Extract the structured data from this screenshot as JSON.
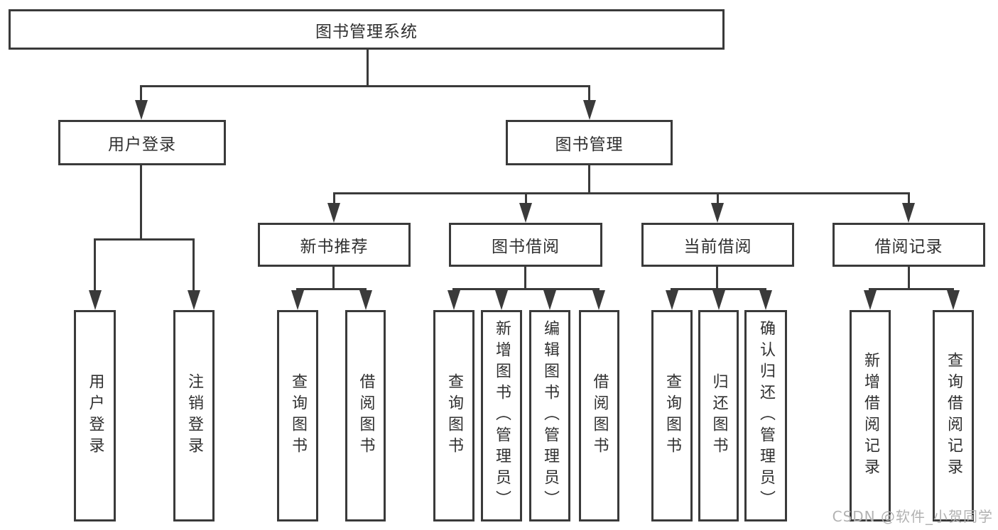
{
  "diagram": {
    "type": "hierarchy-tree",
    "root": {
      "label": "图书管理系统"
    },
    "level1": [
      {
        "label": "用户登录"
      },
      {
        "label": "图书管理"
      }
    ],
    "level2": [
      {
        "label": "新书推荐",
        "parent": "图书管理"
      },
      {
        "label": "图书借阅",
        "parent": "图书管理"
      },
      {
        "label": "当前借阅",
        "parent": "图书管理"
      },
      {
        "label": "借阅记录",
        "parent": "图书管理"
      }
    ],
    "leaf_groups": [
      {
        "parent": "用户登录",
        "items": [
          {
            "label": "用户登录"
          },
          {
            "label": "注销登录"
          }
        ]
      },
      {
        "parent": "新书推荐",
        "items": [
          {
            "label": "查询图书"
          },
          {
            "label": "借阅图书"
          }
        ]
      },
      {
        "parent": "图书借阅",
        "items": [
          {
            "label": "查询图书"
          },
          {
            "label": "新增图书（管理员）"
          },
          {
            "label": "编辑图书（管理员）"
          },
          {
            "label": "借阅图书"
          }
        ]
      },
      {
        "parent": "当前借阅",
        "items": [
          {
            "label": "查询图书"
          },
          {
            "label": "归还图书"
          },
          {
            "label": "确认归还（管理员）"
          }
        ]
      },
      {
        "parent": "借阅记录",
        "items": [
          {
            "label": "新增借阅记录"
          },
          {
            "label": "查询借阅记录"
          }
        ]
      }
    ]
  },
  "watermark": {
    "text": "CSDN @软件_小贺同学"
  },
  "colors": {
    "line": "#3a3a3a",
    "text": "#303030",
    "watermark": "#b2b2b2",
    "background": "#ffffff"
  }
}
